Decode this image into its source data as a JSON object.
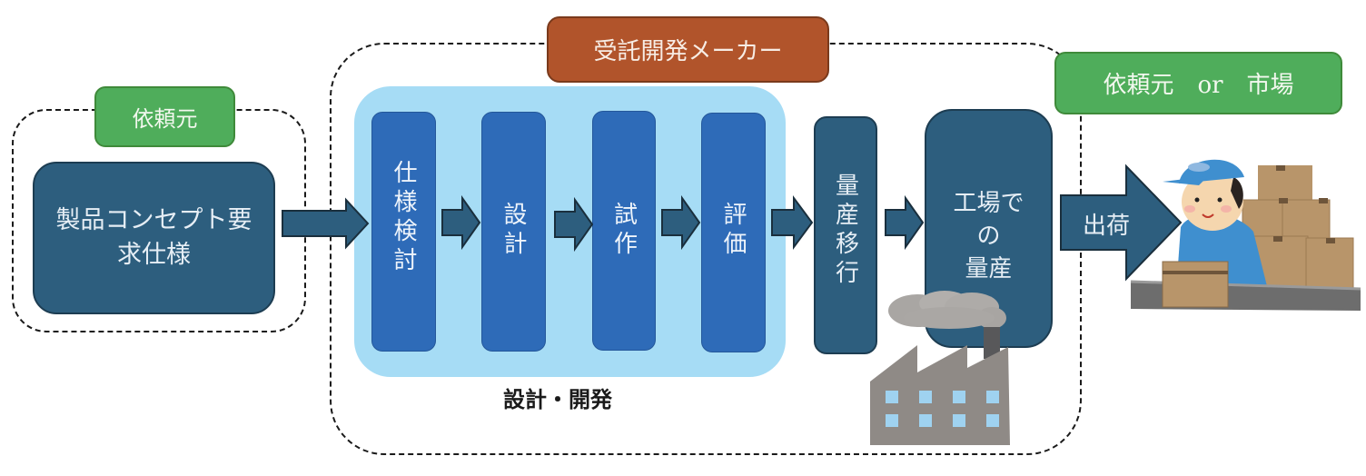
{
  "client_group": {
    "label": "依頼元",
    "box_line1": "製品コンセプト要",
    "box_line2": "求仕様"
  },
  "contractor_group": {
    "label": "受託開発メーカー",
    "design_dev": {
      "caption": "設計・開発",
      "steps": [
        {
          "label": "仕様検討"
        },
        {
          "label": "設計"
        },
        {
          "label": "試作"
        },
        {
          "label": "評価"
        }
      ]
    },
    "transfer_step": {
      "label": "量産移行"
    },
    "factory_box": {
      "line1": "工場で",
      "line2": "の",
      "line3": "量産"
    }
  },
  "destination": {
    "label": "依頼元　or　市場"
  },
  "shipping_arrow": {
    "label": "出荷"
  },
  "colors": {
    "dark_blue": "#2d5e7e",
    "mid_blue": "#2e6bb8",
    "light_blue": "#a6dcf5",
    "green": "#4fad5b",
    "orange": "#b1542b"
  }
}
